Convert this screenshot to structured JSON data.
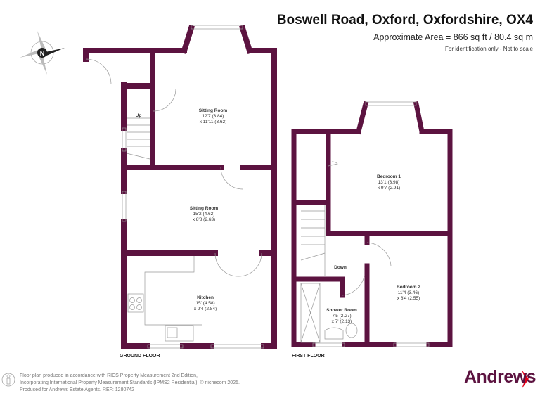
{
  "header": {
    "title": "Boswell Road, Oxford, Oxfordshire, OX4",
    "area": "Approximate Area = 866 sq ft / 80.4 sq m",
    "note": "For identification only - Not to scale"
  },
  "compass": {
    "label": "N"
  },
  "ground_floor": {
    "label": "GROUND FLOOR",
    "stairs": "Up",
    "rooms": [
      {
        "name": "Sitting Room",
        "dim1": "12'7 (3.84)",
        "dim2": "x 11'11 (3.62)"
      },
      {
        "name": "Sitting Room",
        "dim1": "15'2 (4.62)",
        "dim2": "x 8'8 (2.63)"
      },
      {
        "name": "Kitchen",
        "dim1": "15' (4.58)",
        "dim2": "x 9'4 (2.84)"
      }
    ]
  },
  "first_floor": {
    "label": "FIRST FLOOR",
    "stairs": "Down",
    "rooms": [
      {
        "name": "Bedroom 1",
        "dim1": "13'1 (3.98)",
        "dim2": "x 9'7 (2.91)"
      },
      {
        "name": "Bedroom 2",
        "dim1": "11'4 (3.46)",
        "dim2": "x 8'4 (2.55)"
      },
      {
        "name": "Shower Room",
        "dim1": "7'5 (2.27)",
        "dim2": "x 7' (2.13)"
      }
    ]
  },
  "footer": {
    "line1": "Floor plan produced in accordance with RICS Property Measurement 2nd Edition,",
    "line2": "Incorporating International Property Measurement Standards (IPMS2 Residential).   © nichecom 2025.",
    "line3": "Produced for Andrews Estate Agents.   REF: 1280742"
  },
  "logo": {
    "text": "Andrews",
    "accent": "#e2001a"
  },
  "colors": {
    "wall": "#5c1340"
  }
}
